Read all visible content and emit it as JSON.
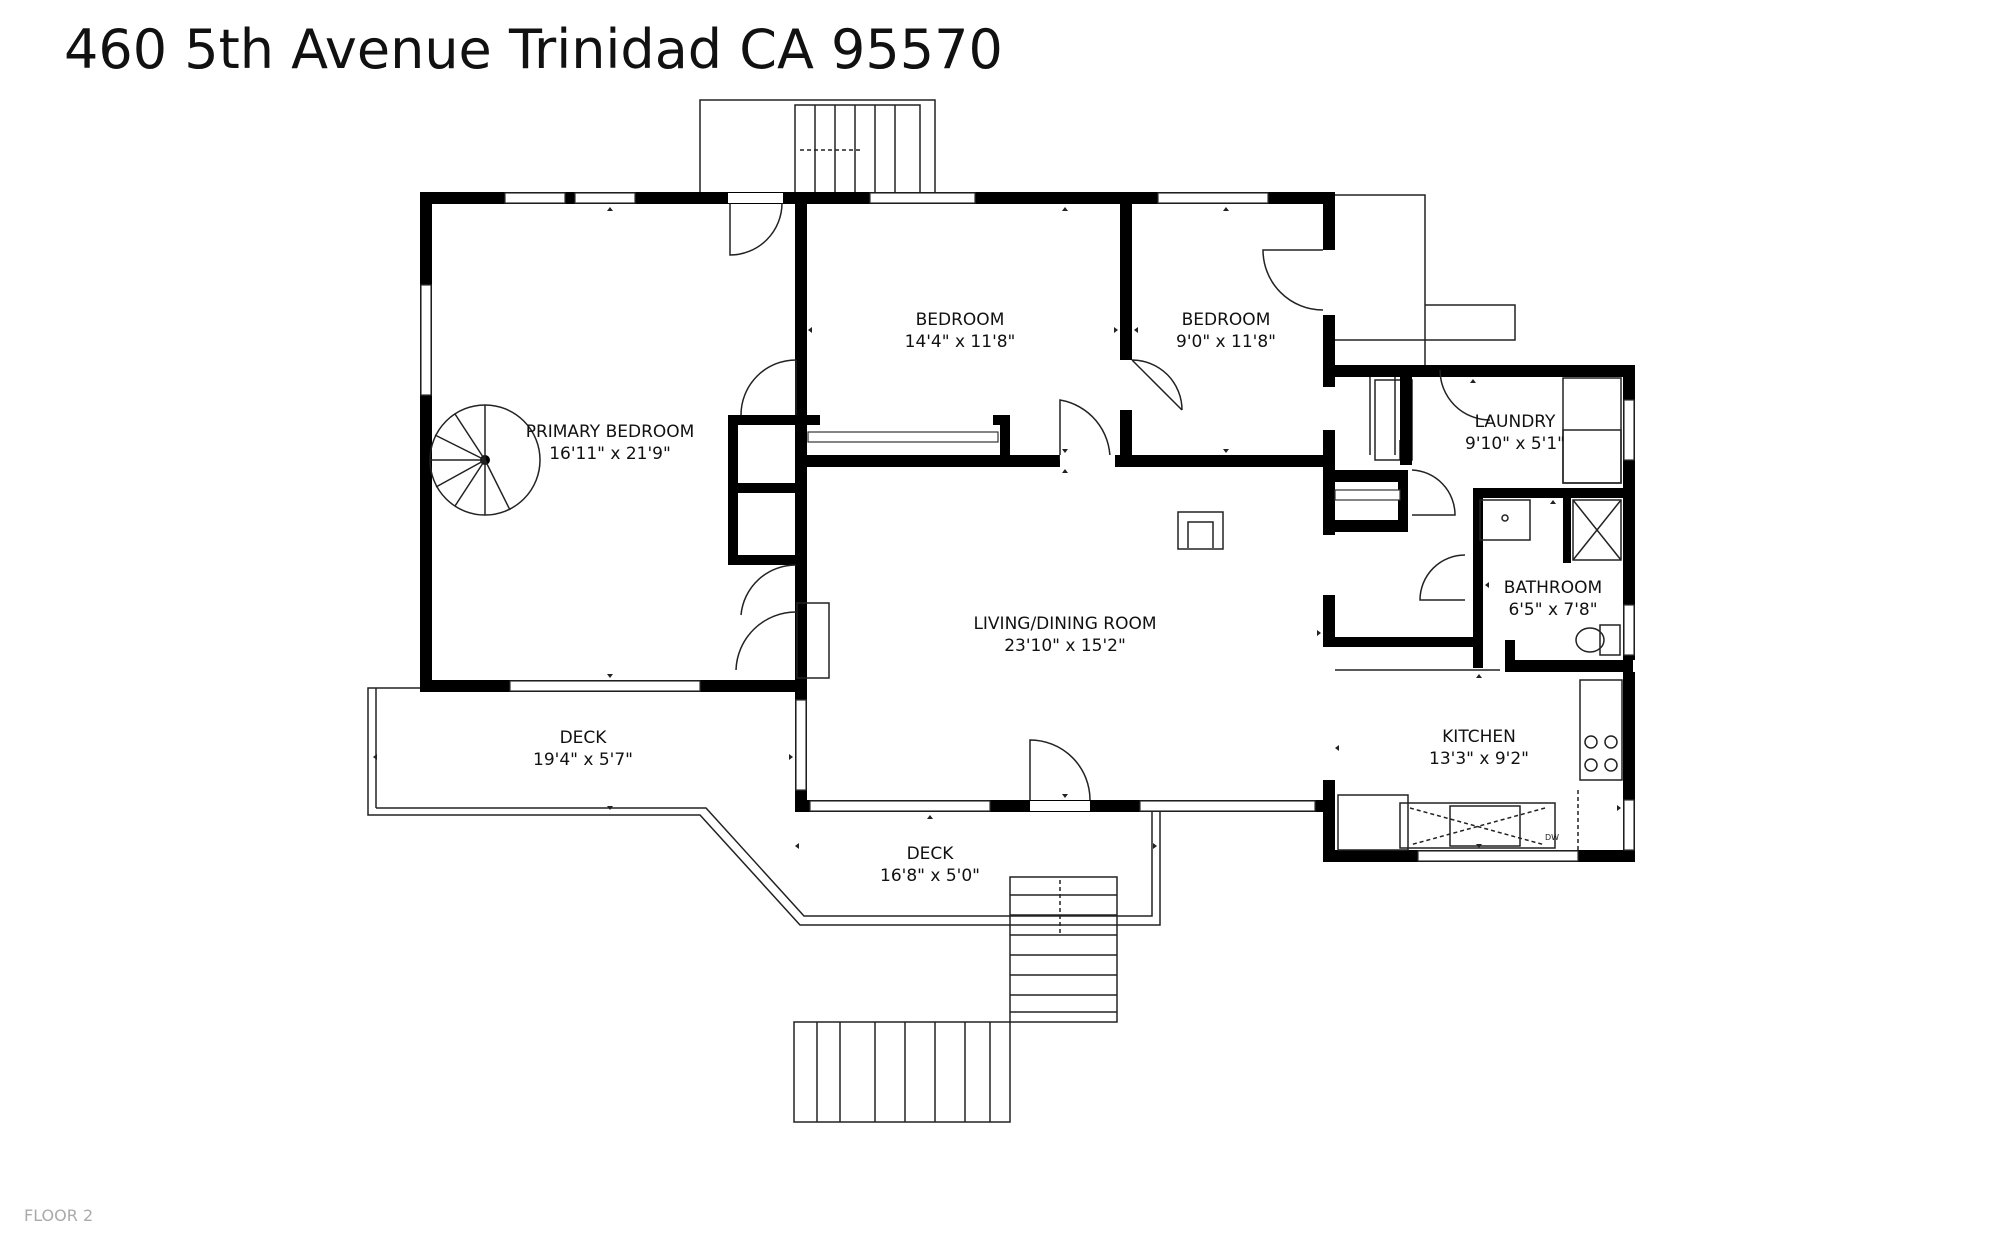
{
  "header": {
    "title": "460 5th Avenue Trinidad CA 95570"
  },
  "footer": {
    "floor_label": "FLOOR 2"
  },
  "rooms": [
    {
      "id": "primary-bedroom",
      "name": "PRIMARY BEDROOM",
      "dims": "16'11\" x 21'9\""
    },
    {
      "id": "bedroom-1",
      "name": "BEDROOM",
      "dims": "14'4\" x 11'8\""
    },
    {
      "id": "bedroom-2",
      "name": "BEDROOM",
      "dims": "9'0\" x 11'8\""
    },
    {
      "id": "laundry",
      "name": "LAUNDRY",
      "dims": "9'10\" x 5'1\""
    },
    {
      "id": "living-dining",
      "name": "LIVING/DINING ROOM",
      "dims": "23'10\" x 15'2\""
    },
    {
      "id": "bathroom",
      "name": "BATHROOM",
      "dims": "6'5\" x 7'8\""
    },
    {
      "id": "kitchen",
      "name": "KITCHEN",
      "dims": "13'3\" x 9'2\""
    },
    {
      "id": "deck-1",
      "name": "DECK",
      "dims": "19'4\" x 5'7\""
    },
    {
      "id": "deck-2",
      "name": "DECK",
      "dims": "16'8\" x 5'0\""
    }
  ],
  "fixtures": {
    "dishwasher_label": "DW"
  }
}
